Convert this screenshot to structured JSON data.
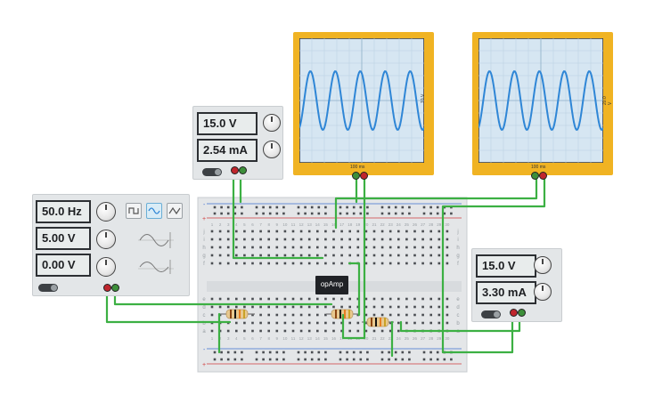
{
  "power_supply_top": {
    "voltage": "15.0 V",
    "current": "2.54 mA"
  },
  "power_supply_right": {
    "voltage": "15.0 V",
    "current": "3.30 mA"
  },
  "function_generator": {
    "frequency": "50.0 Hz",
    "amplitude": "5.00 V",
    "offset": "0.00 V",
    "selected_waveform": "sine"
  },
  "oscilloscope_left": {
    "time_per_div": "100 ms",
    "volts_per_div": "10 V"
  },
  "oscilloscope_right": {
    "time_per_div": "100 ms",
    "volts_per_div": "20.0 V"
  },
  "opamp": {
    "label": "opAmp"
  },
  "breadboard": {
    "row_labels_top": [
      "j",
      "i",
      "h",
      "g",
      "f"
    ],
    "row_labels_bottom": [
      "e",
      "d",
      "c",
      "b",
      "a"
    ],
    "column_numbers": [
      "1",
      "2",
      "3",
      "4",
      "5",
      "6",
      "7",
      "8",
      "9",
      "10",
      "11",
      "12",
      "13",
      "14",
      "15",
      "16",
      "17",
      "18",
      "19",
      "20",
      "21",
      "22",
      "23",
      "24",
      "25",
      "26",
      "27",
      "28",
      "29",
      "30"
    ]
  },
  "colors": {
    "wire": "#3cb043",
    "scope_frame": "#f0b323",
    "trace": "#2f86d6",
    "panel": "#e3e6e8"
  }
}
